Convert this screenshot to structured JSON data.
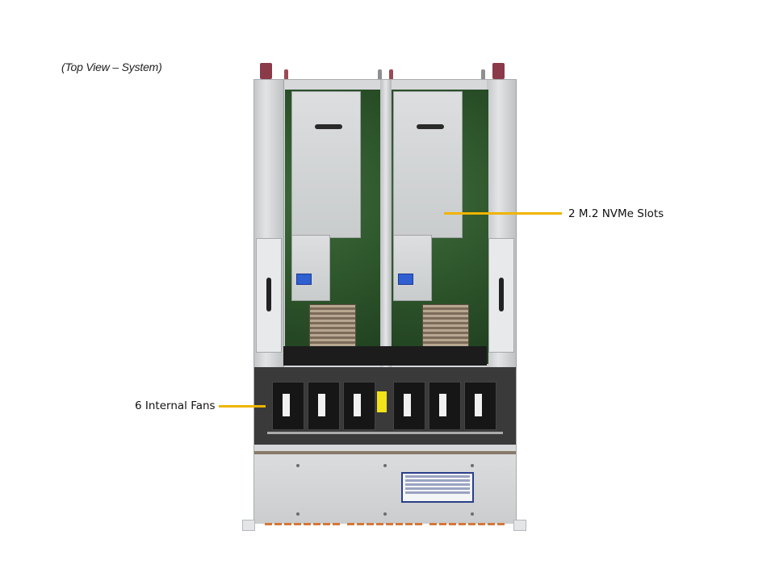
{
  "caption": "(Top View – System)",
  "callouts": [
    {
      "id": "m2",
      "label": "2 M.2 NVMe Slots",
      "color": "#f0b400"
    },
    {
      "id": "fans",
      "label": "6 Internal Fans",
      "color": "#f0b400"
    }
  ],
  "diagram": {
    "subject": "server chassis top view",
    "fan_count": 6,
    "riser_count": 2,
    "heatsink_count": 2
  }
}
